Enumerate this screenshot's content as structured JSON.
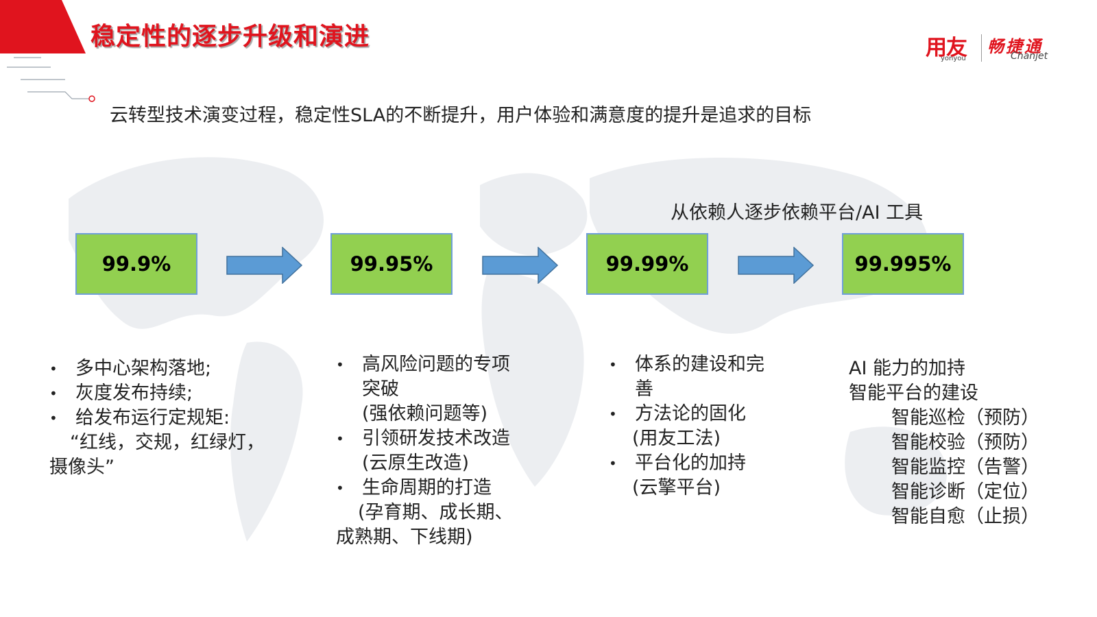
{
  "header": {
    "title": "稳定性的逐步升级和演进",
    "logo_brand": "用友",
    "logo_brand_sub": "yonyou",
    "logo_product": "畅捷通",
    "logo_product_sub": "Chanjet"
  },
  "subtitle": "云转型技术演变过程，稳定性SLA的不断提升，用户体验和满意度的提升是追求的目标",
  "note": "从依赖人逐步依赖平台/AI 工具",
  "stages": [
    {
      "value": "99.9%"
    },
    {
      "value": "99.95%"
    },
    {
      "value": "99.99%"
    },
    {
      "value": "99.995%"
    }
  ],
  "columns": {
    "col1": {
      "items": [
        "多中心架构落地;",
        "灰度发布持续;",
        "给发布运行定规矩:"
      ],
      "item3_cont1": "“红线，交规，红绿灯，",
      "item3_cont2": "摄像头”"
    },
    "col2": {
      "item1_line1": "高风险问题的专项",
      "item1_line2": "突破",
      "item1_line3": "(强依赖问题等)",
      "item2_line1": "引领研发技术改造",
      "item2_line2": "(云原生改造)",
      "item3_line1": "生命周期的打造",
      "item3_line2": "(孕育期、成长期、",
      "item3_line3": "成熟期、下线期)"
    },
    "col3": {
      "item1_line1": "体系的建设和完",
      "item1_line2": "善",
      "item2_line1": "方法论的固化",
      "item2_line2": "(用友工法)",
      "item3_line1": "平台化的加持",
      "item3_line2": "(云擎平台)"
    },
    "col4": {
      "heading1": "AI 能力的加持",
      "heading2": "智能平台的建设",
      "items": [
        "智能巡检（预防）",
        "智能校验（预防）",
        "智能监控（告警）",
        "智能诊断（定位）",
        "智能自愈（止损）"
      ]
    }
  },
  "colors": {
    "brand_red": "#e0141e",
    "box_green": "#92d050",
    "box_border": "#6f9fd8",
    "arrow_blue": "#5b9bd5"
  }
}
